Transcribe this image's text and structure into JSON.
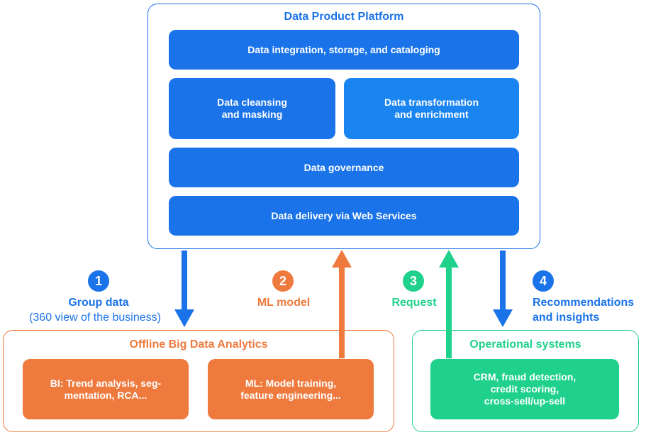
{
  "platform": {
    "title": "Data Product Platform",
    "integration": "Data integration, storage, and cataloging",
    "cleansing": "Data cleansing\nand masking",
    "transformation": "Data transformation\nand enrichment",
    "governance": "Data governance",
    "delivery": "Data delivery via Web Services"
  },
  "offline": {
    "title": "Offline Big Data Analytics",
    "bi": "BI: Trend analysis, seg-\nmentation, RCA...",
    "ml": "ML: Model training,\nfeature engineering..."
  },
  "operational": {
    "title": "Operational systems",
    "systems": "CRM, fraud detection,\ncredit scoring,\ncross-sell/up-sell"
  },
  "steps": [
    {
      "number": "1",
      "label": "Group data",
      "sublabel": "(360 view of the business)",
      "color": "#1a73e8"
    },
    {
      "number": "2",
      "label": "ML model",
      "color": "#ee7a3e"
    },
    {
      "number": "3",
      "label": "Request",
      "color": "#1fd18b"
    },
    {
      "number": "4",
      "label": "Recommendations\nand insights",
      "color": "#1a73e8"
    }
  ],
  "colors": {
    "blue": "#1a73e8",
    "orange": "#ee7a3e",
    "green": "#1fd18b"
  }
}
